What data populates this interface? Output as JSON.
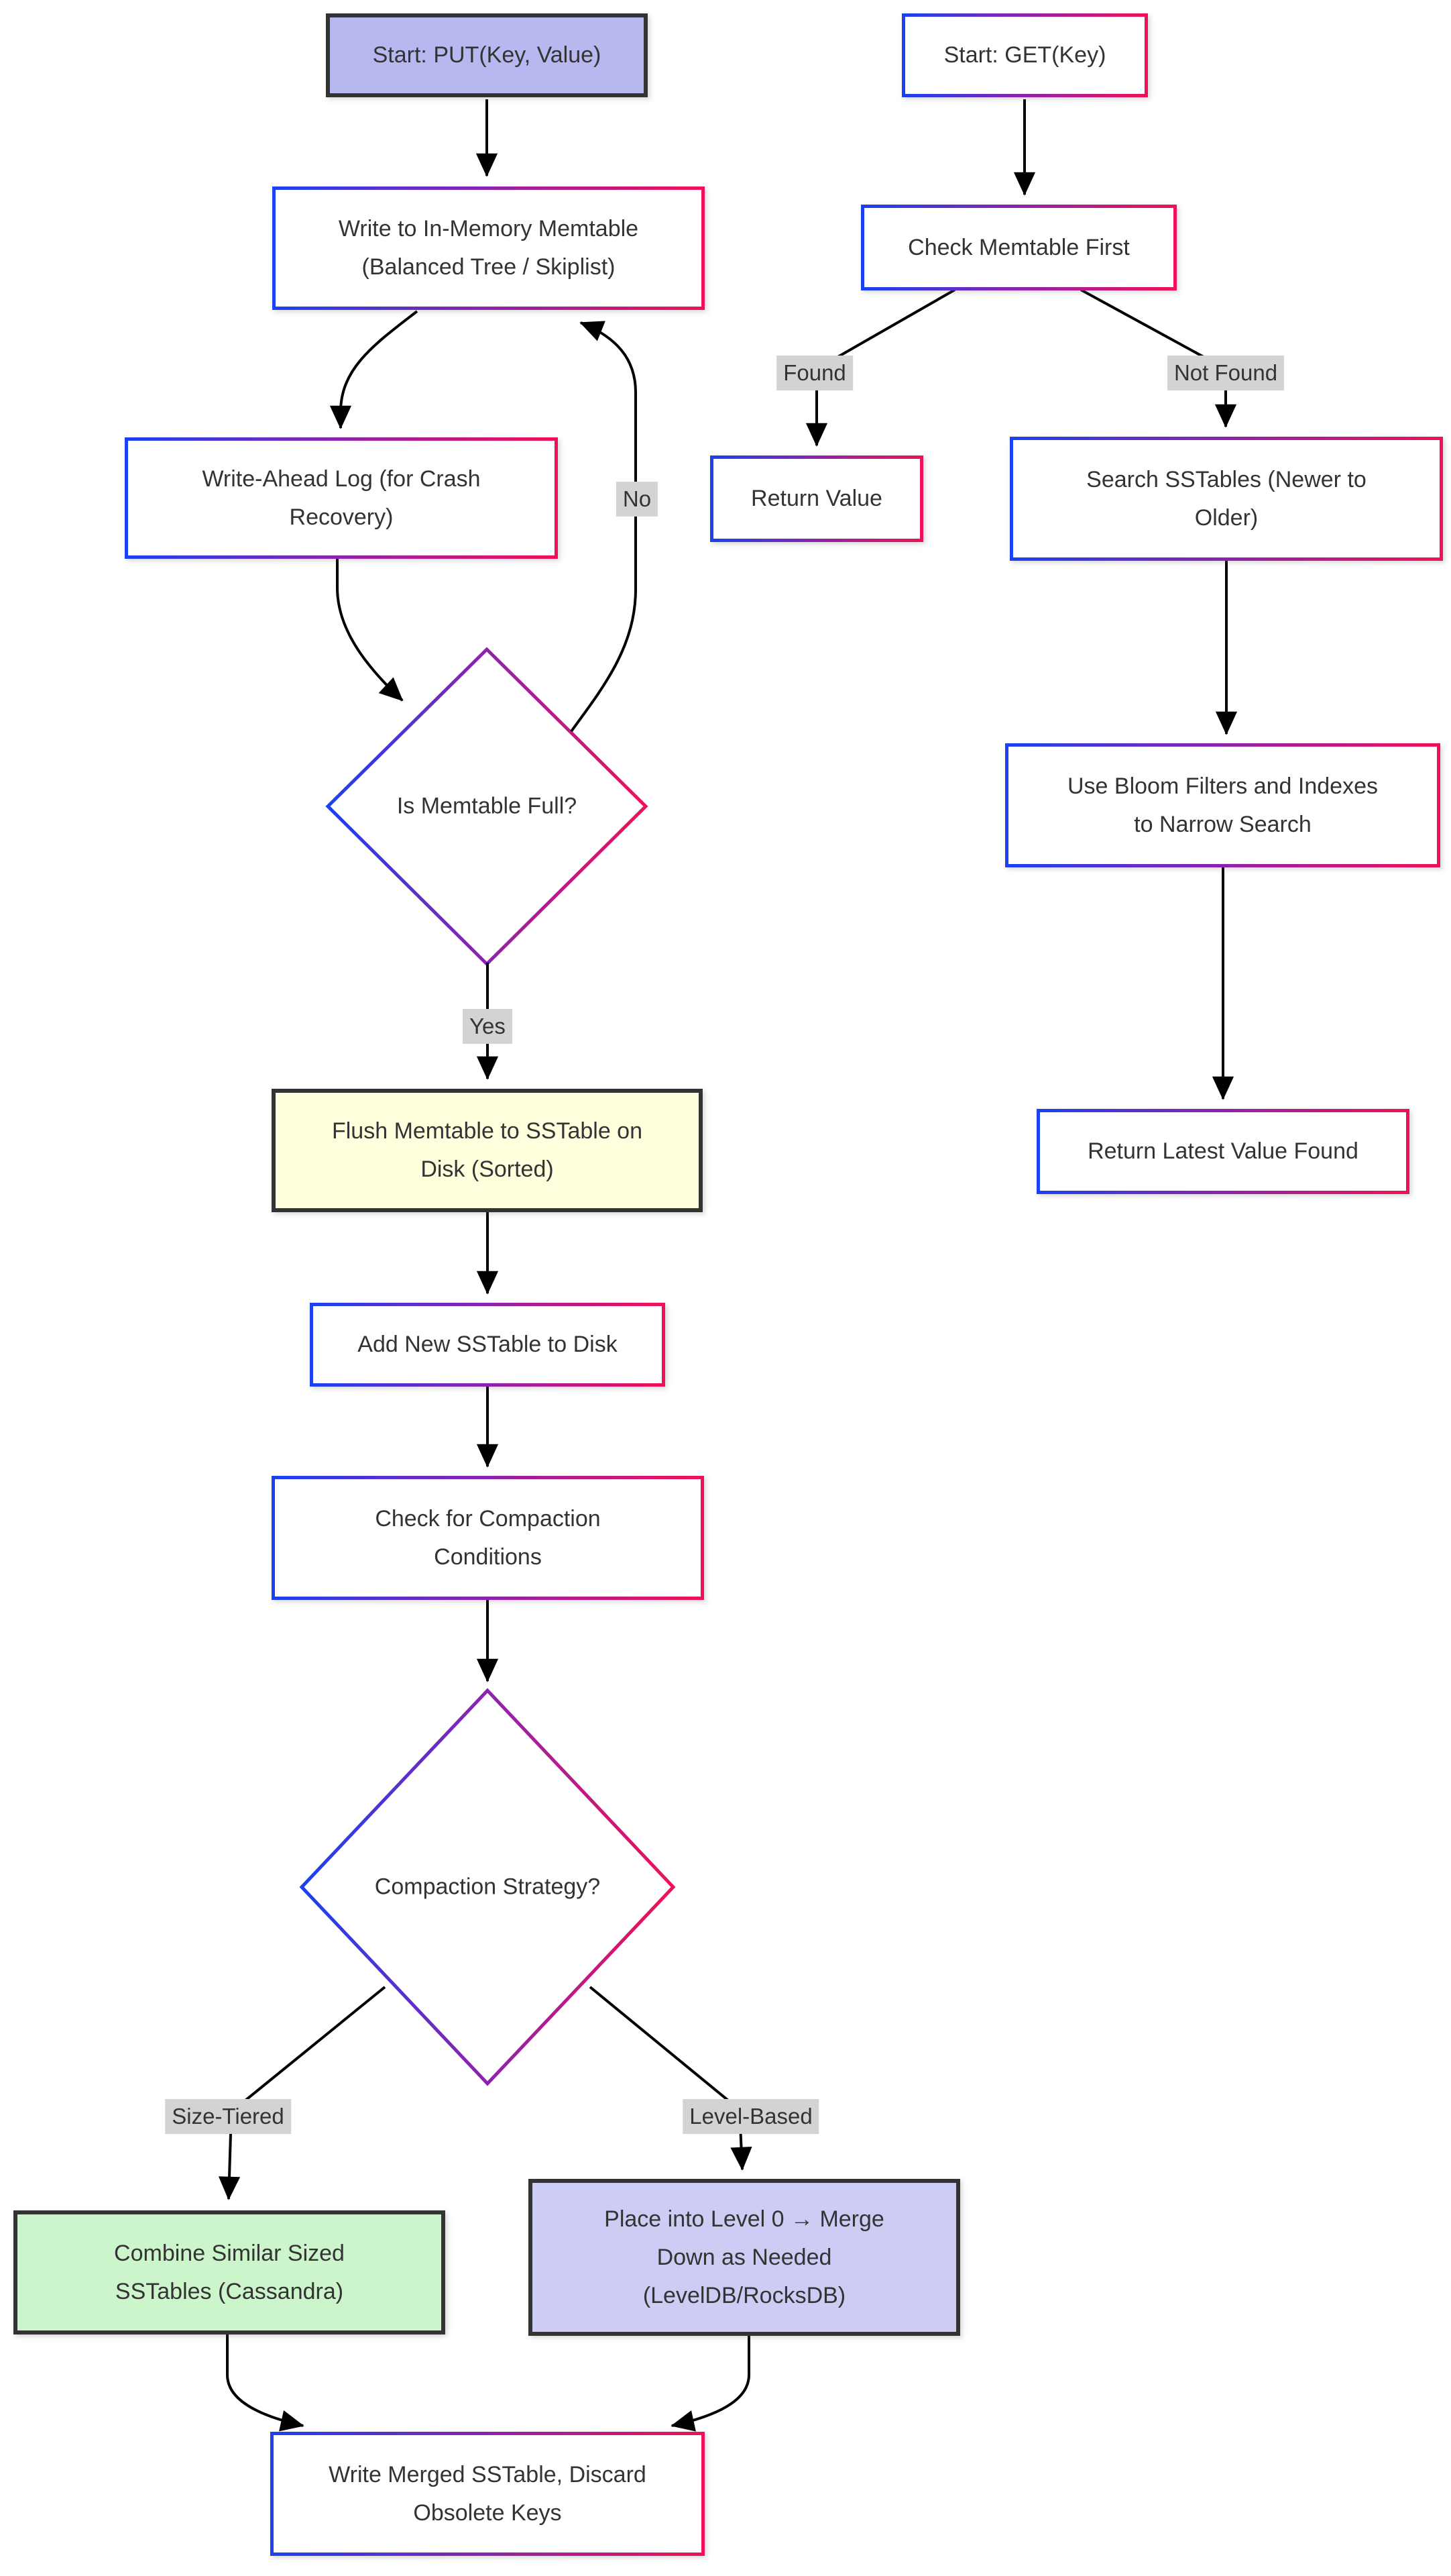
{
  "diagram": {
    "title": "LSM-Tree PUT/GET flowchart",
    "colors": {
      "background": "#ffffff",
      "gradient_border_start": "#1b41f0",
      "gradient_border_mid": "#8e22ad",
      "gradient_border_end": "#ef1157",
      "dark_border": "#333333",
      "start_put_fill": "#b8b8f0",
      "level_box_fill": "#ccccf4",
      "flush_box_fill": "#ffffde",
      "combine_box_fill": "#ccf5cc",
      "edge_label_bg": "#d3d3d3",
      "text": "#333333",
      "edge_line": "#000000"
    },
    "nodes": {
      "put_start": {
        "label": "Start: PUT(Key, Value)"
      },
      "get_start": {
        "label": "Start: GET(Key)"
      },
      "write_memtable": {
        "label": "Write to In-Memory Memtable\n(Balanced Tree / Skiplist)"
      },
      "check_memtable": {
        "label": "Check Memtable First"
      },
      "wal": {
        "label": "Write-Ahead Log (for Crash\nRecovery)"
      },
      "return_value": {
        "label": "Return Value"
      },
      "search_sstables": {
        "label": "Search SSTables (Newer to\nOlder)"
      },
      "memtable_full": {
        "label": "Is Memtable Full?"
      },
      "bloom_filters": {
        "label": "Use Bloom Filters and Indexes\nto Narrow Search"
      },
      "flush_memtable": {
        "label": "Flush Memtable to SSTable on\nDisk (Sorted)"
      },
      "return_latest": {
        "label": "Return Latest Value Found"
      },
      "add_sstable": {
        "label": "Add New SSTable to Disk"
      },
      "check_compaction": {
        "label": "Check for Compaction\nConditions"
      },
      "compaction_strategy": {
        "label": "Compaction Strategy?"
      },
      "combine_sstables": {
        "label": "Combine Similar Sized\nSSTables (Cassandra)"
      },
      "place_level0": {
        "label": "Place into Level 0 → Merge\nDown as Needed\n(LevelDB/RocksDB)"
      },
      "write_merged": {
        "label": "Write Merged SSTable, Discard\nObsolete Keys"
      }
    },
    "edge_labels": {
      "found": "Found",
      "not_found": "Not Found",
      "no": "No",
      "yes": "Yes",
      "size_tiered": "Size-Tiered",
      "level_based": "Level-Based"
    }
  }
}
